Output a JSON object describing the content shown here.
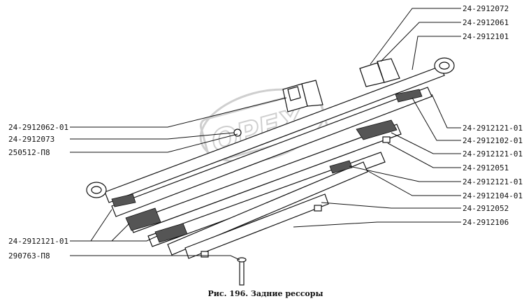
{
  "watermark": "OPEX",
  "labels_right": [
    "24-2912072",
    "24-2912061",
    "24-2912101",
    "24-2912121-01",
    "24-2912102-01",
    "24-2912121-01",
    "24-2912051",
    "24-2912121-01",
    "24-2912104-01",
    "24-2912052",
    "24-2912106"
  ],
  "labels_left": [
    "24-2912062-01",
    "24-2912073",
    "250512-П8",
    "24-2912121-01",
    "290763-П8"
  ],
  "caption": "Рис. 196. Задние рессоры"
}
